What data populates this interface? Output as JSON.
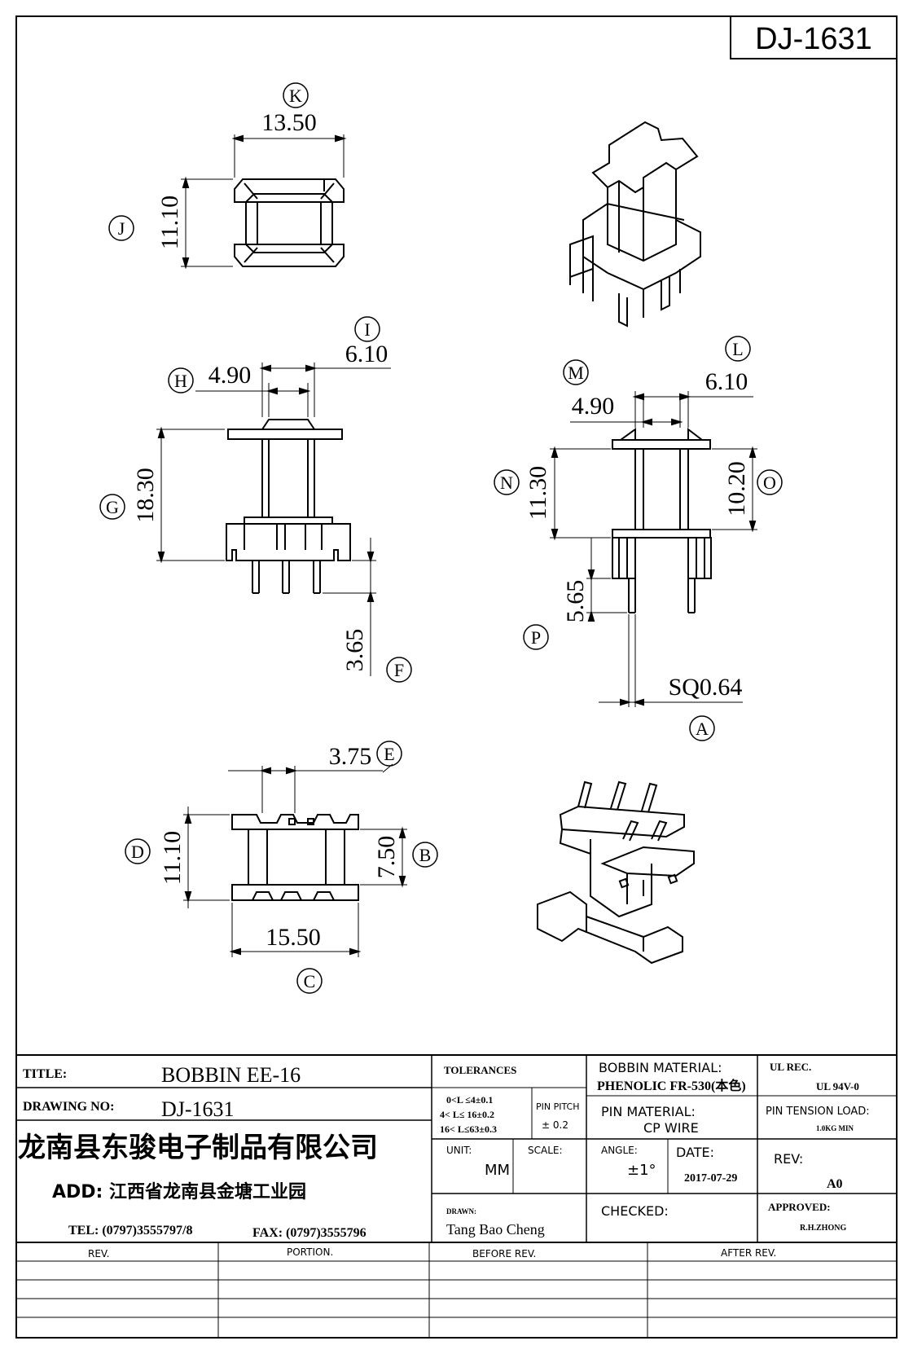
{
  "drawing_id": "DJ-1631",
  "dimensions": {
    "K": {
      "letter": "K",
      "value": "13.50"
    },
    "J": {
      "letter": "J",
      "value": "11.10"
    },
    "I": {
      "letter": "I",
      "value": "6.10"
    },
    "H": {
      "letter": "H",
      "value": "4.90"
    },
    "G": {
      "letter": "G",
      "value": "18.30"
    },
    "F": {
      "letter": "F",
      "value": "3.65"
    },
    "L": {
      "letter": "L",
      "value": "6.10"
    },
    "M": {
      "letter": "M",
      "value": "4.90"
    },
    "N": {
      "letter": "N",
      "value": "11.30"
    },
    "O": {
      "letter": "O",
      "value": "10.20"
    },
    "P": {
      "letter": "P",
      "value": "5.65"
    },
    "A": {
      "letter": "A",
      "value": "SQ0.64"
    },
    "E": {
      "letter": "E",
      "value": "3.75"
    },
    "D": {
      "letter": "D",
      "value": "11.10"
    },
    "B": {
      "letter": "B",
      "value": "7.50"
    },
    "C": {
      "letter": "C",
      "value": "15.50"
    }
  },
  "title_block": {
    "title_label": "TITLE:",
    "title_value": "BOBBIN EE-16",
    "drawing_no_label": "DRAWING NO:",
    "drawing_no_value": "DJ-1631",
    "company": "龙南县东骏电子制品有限公司",
    "address": "ADD: 江西省龙南县金塘工业园",
    "tel": "TEL: (0797)3555797/8",
    "fax": "FAX: (0797)3555796",
    "tolerances_label": "TOLERANCES",
    "tol_1": "0<L ≤4±0.1",
    "tol_2": "4< L≤  16±0.2",
    "tol_3": "16< L≤63±0.3",
    "pin_pitch_label": "PIN PITCH",
    "pin_pitch_value": "± 0.2",
    "unit_label": "UNIT:",
    "unit_value": "MM",
    "scale_label": "SCALE:",
    "drawn_label": "DRAWN:",
    "drawn_value": "Tang Bao Cheng",
    "bobbin_material_label": "BOBBIN MATERIAL:",
    "bobbin_material_value": "PHENOLIC    FR-530(本色)",
    "pin_material_label": "PIN MATERIAL:",
    "pin_material_value": "CP WIRE",
    "angle_label": "ANGLE:",
    "angle_value": "±1°",
    "date_label": "DATE:",
    "date_value": "2017-07-29",
    "checked_label": "CHECKED:",
    "ul_rec_label": "UL REC.",
    "ul_rec_value": "UL  94V-0",
    "pin_tension_label": "PIN TENSION LOAD:",
    "pin_tension_value": "1.0KG MIN",
    "rev_label": "REV:",
    "rev_value": "A0",
    "approved_label": "APPROVED:",
    "approved_value": "R.H.ZHONG"
  },
  "revision_table": {
    "headers": [
      "REV.",
      "PORTION.",
      "BEFORE REV.",
      "AFTER REV."
    ]
  }
}
